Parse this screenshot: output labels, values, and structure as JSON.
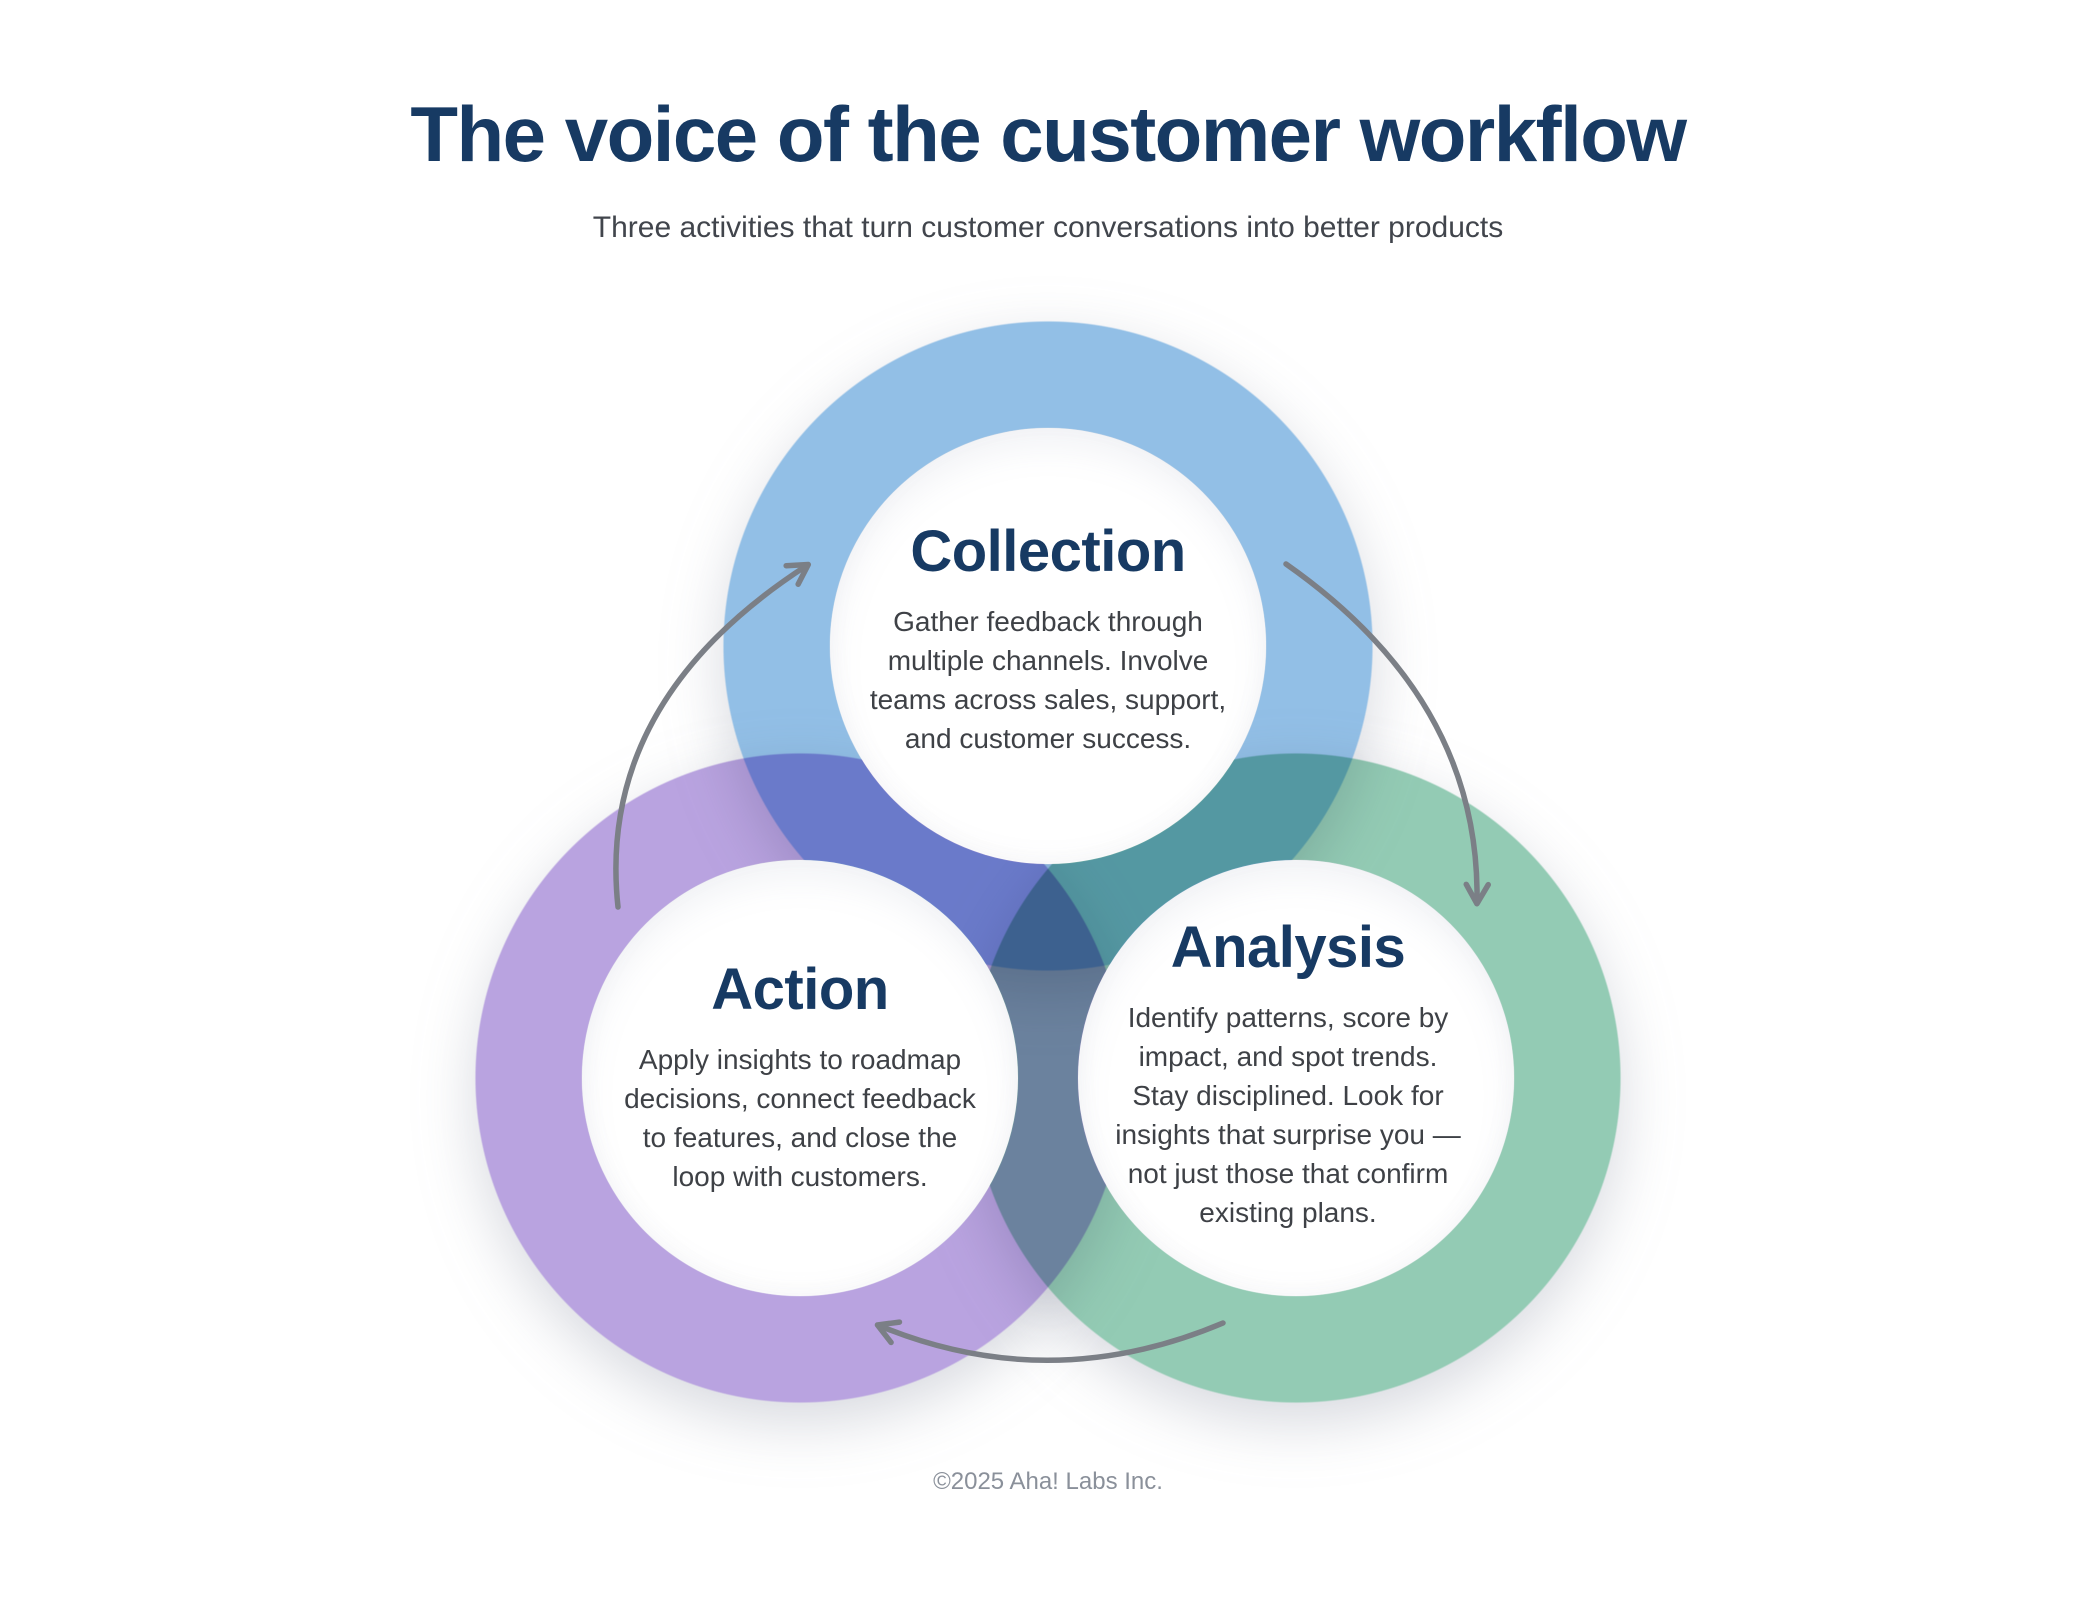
{
  "colors": {
    "navy": "#173a63",
    "body_text": "#3e4146",
    "subtitle_text": "#41454c",
    "footer_text": "#8a909a",
    "arrow": "#7b7f86",
    "background": "#ffffff",
    "collection_ring": "#92bfe6",
    "analysis_ring": "#93cbb4",
    "action_ring": "#b9a3e0"
  },
  "header": {
    "title": "The voice of the customer workflow",
    "subtitle": "Three activities that turn customer conversations into better products"
  },
  "nodes": {
    "collection": {
      "label": "Collection",
      "description": "Gather feedback through\nmultiple channels. Involve\nteams across sales, support,\nand customer success."
    },
    "analysis": {
      "label": "Analysis",
      "description": "Identify patterns, score by\nimpact, and spot trends.\nStay disciplined. Look for\ninsights that surprise you —\nnot just those that confirm\nexisting plans."
    },
    "action": {
      "label": "Action",
      "description": "Apply insights to roadmap\ndecisions, connect feedback\nto features, and close the\nloop with customers."
    }
  },
  "arrows": [
    {
      "name": "action-to-collection",
      "from": "Action",
      "to": "Collection"
    },
    {
      "name": "collection-to-analysis",
      "from": "Collection",
      "to": "Analysis"
    },
    {
      "name": "analysis-to-action",
      "from": "Analysis",
      "to": "Action"
    }
  ],
  "footer": {
    "copyright": "©2025 Aha! Labs Inc."
  }
}
